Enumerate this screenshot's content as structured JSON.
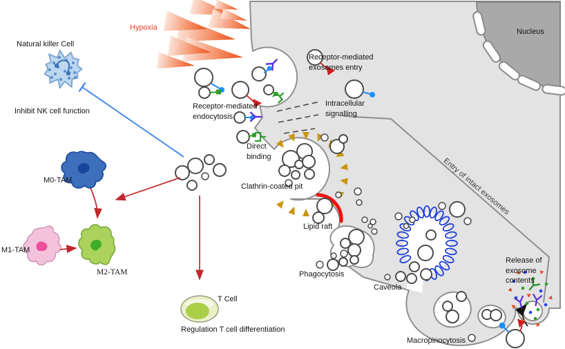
{
  "labels": {
    "hypoxia": "Hypoxia",
    "natural_killer_cell": "Natural killer Cell",
    "inhibit_nk": "Inhibit NK cell function",
    "m0_tam": "M0-TAM",
    "m1_tam": "M1-TAM",
    "m2_tam": "M2-TAM",
    "t_cell": "T Cell",
    "regulation": "Regulation  T cell differentiation",
    "receptor_endocytosis": "Receptor-mediated\nendocytosis",
    "receptor_exosomes_entry": "Receptor-mediated\nexosomes entry",
    "intracellular_signalling": "Intracellular\nsignalling",
    "direct_binding": "Direct\nbinding",
    "clathrin_pit": "Clathrin-coated pit",
    "lipid_raft": "Lipid raft",
    "phagocytosis": "Phagocytosis",
    "caveola": "Caveola",
    "macropinocytosis": "Macropinocytosis",
    "release_contents": "Release of\nexosome\ncontents",
    "nucleus": "Nucleus",
    "entry_intact": "Entry of intact exosomes"
  },
  "colors": {
    "cell_fill": "#e3e3e3",
    "membrane": "#8f8f8f",
    "nucleus_fill": "#a9a9a9",
    "hypoxia_text": "#e8432b",
    "hypoxia_arrow": "#e94f17",
    "inhibit_line": "#4a8ce8",
    "regulatory_arrow": "#c0272d",
    "exosome_outline": "#4a4a4a",
    "ligand_blue": "#1e90ff",
    "ligand_green": "#2f9e2f",
    "ligand_red": "#cc2020",
    "receptor_purple": "#5b2fd4",
    "clathrin_gold": "#c8950f",
    "lipid_raft_red": "#ee1111",
    "caveola_blue": "#1e3ed8",
    "nk_cell": "#bdd7ef",
    "m0_tam": "#3e6fba",
    "m1_tam": "#f3c3dc",
    "m2_tam": "#abd35c",
    "t_cell": "#abce49"
  }
}
